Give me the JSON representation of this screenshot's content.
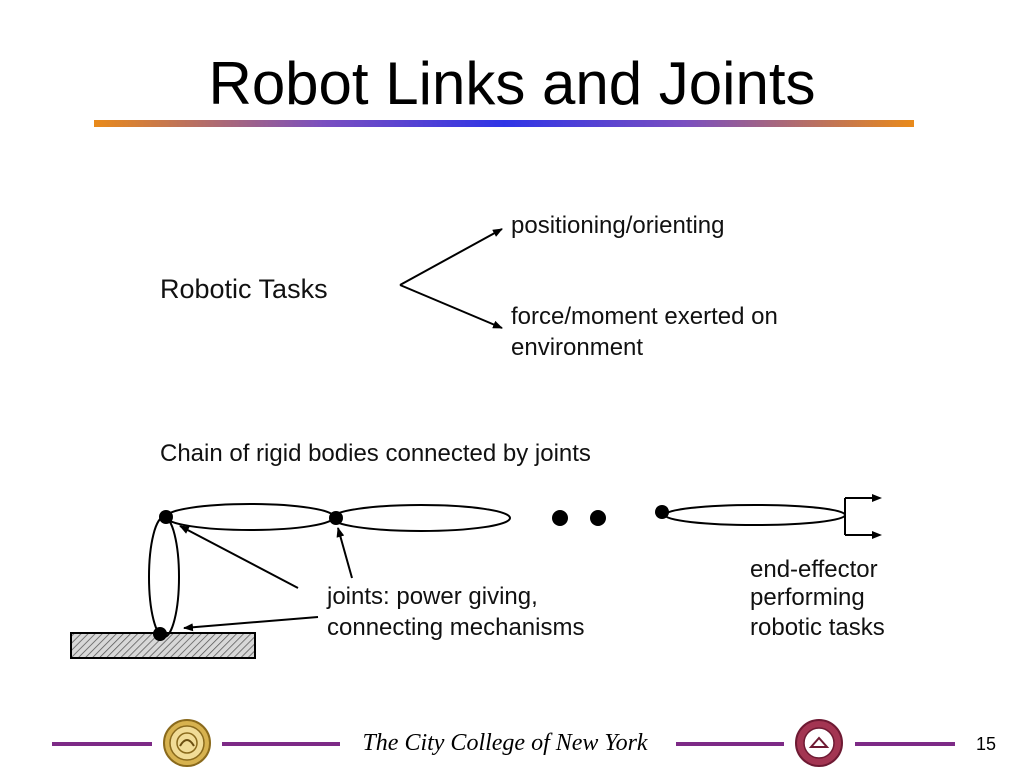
{
  "slide": {
    "title": "Robot Links and Joints",
    "page_number": "15"
  },
  "diagram": {
    "tasks_label": "Robotic Tasks",
    "branch_1": "positioning/orienting",
    "branch_2_line1": "force/moment exerted on",
    "branch_2_line2": "environment",
    "chain_caption": "Chain of rigid bodies connected by joints",
    "joints_line1": "joints: power giving,",
    "joints_line2": "connecting mechanisms",
    "effector_line1": "end-effector",
    "effector_line2": "performing",
    "effector_line3": "robotic tasks"
  },
  "footer": {
    "institution": "The City College of New York",
    "rule_color": "#7d2a86",
    "left_seal_icon": "college-seal-icon",
    "right_seal_icon": "robotics-lab-seal-icon"
  },
  "colors": {
    "title_rule_gradient": [
      "#e98a1a",
      "#7a4fc0",
      "#2f35e6",
      "#7a4fc0",
      "#e98a1a"
    ]
  }
}
